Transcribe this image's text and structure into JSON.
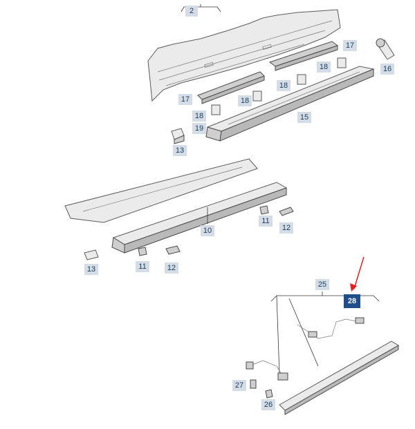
{
  "callouts": {
    "c2": "2",
    "c17a": "17",
    "c16": "16",
    "c18a": "18",
    "c18b": "18",
    "c17b": "17",
    "c18c": "18",
    "c18d": "18",
    "c19": "19",
    "c15": "15",
    "c13a": "13",
    "c10": "10",
    "c11a": "11",
    "c12a": "12",
    "c13b": "13",
    "c11b": "11",
    "c12b": "12",
    "c25": "25",
    "c28": "28",
    "c27": "27",
    "c26": "26"
  },
  "colors": {
    "callout_bg": "#d4dde6",
    "callout_highlight_bg": "#1f4e8c",
    "pointer_arrow": "#e02020"
  }
}
